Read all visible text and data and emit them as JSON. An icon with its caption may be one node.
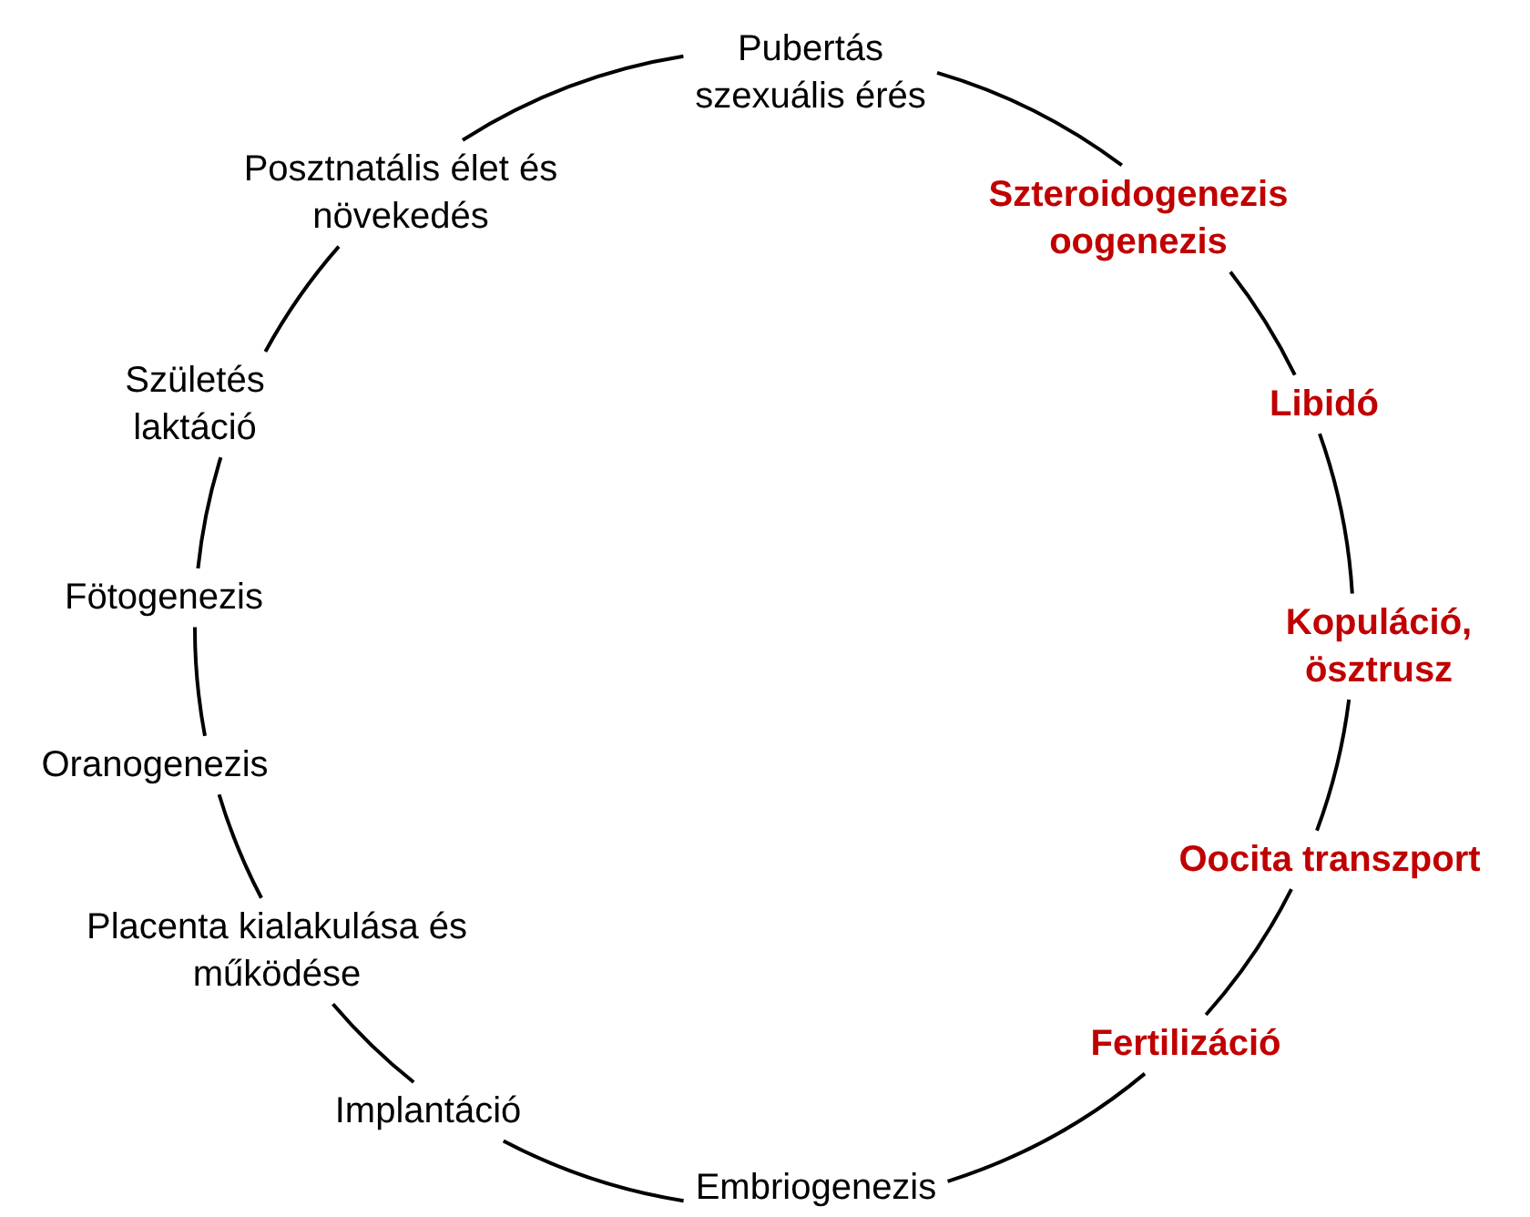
{
  "diagram": {
    "nodes": [
      {
        "text": [
          "Pubertás szexuális érés"
        ]
      },
      {
        "text": [
          "Szteroidogenezis oogenezis"
        ]
      },
      {
        "text": [
          "Libidó"
        ]
      },
      {
        "text": [
          "Kopuláció, ösztrusz"
        ]
      },
      {
        "text": [
          "Oocita transzport"
        ]
      },
      {
        "text": [
          "Fertilizáció"
        ]
      },
      {
        "text": [
          "Embriogenezis"
        ]
      },
      {
        "text": [
          "Implantáció"
        ]
      },
      {
        "text": [
          "Placenta kialakulása és működése"
        ]
      },
      {
        "text": [
          "Oranogenezis"
        ]
      },
      {
        "text": [
          "Fötogenezis"
        ]
      },
      {
        "text": [
          "Születés laktáció"
        ]
      },
      {
        "text": [
          "Posztnatális élet és növekedés"
        ]
      }
    ],
    "edges": [
      {
        "from": 0,
        "to": 1,
        "arrow": "none"
      },
      {
        "from": 1,
        "to": 2,
        "arrow": "none"
      },
      {
        "from": 2,
        "to": 3,
        "arrow": "none"
      },
      {
        "from": 3,
        "to": 4,
        "arrow": "none"
      },
      {
        "from": 4,
        "to": 5,
        "arrow": "none"
      },
      {
        "from": 5,
        "to": 6,
        "arrow": "none"
      },
      {
        "from": 6,
        "to": 7,
        "arrow": "none"
      },
      {
        "from": 7,
        "to": 8,
        "arrow": "none"
      },
      {
        "from": 8,
        "to": 9,
        "arrow": "none"
      },
      {
        "from": 9,
        "to": 10,
        "arrow": "none"
      },
      {
        "from": 10,
        "to": 11,
        "arrow": "none"
      },
      {
        "from": 11,
        "to": 12,
        "arrow": "none"
      },
      {
        "from": 12,
        "to": 0,
        "arrow": "none"
      }
    ]
  }
}
